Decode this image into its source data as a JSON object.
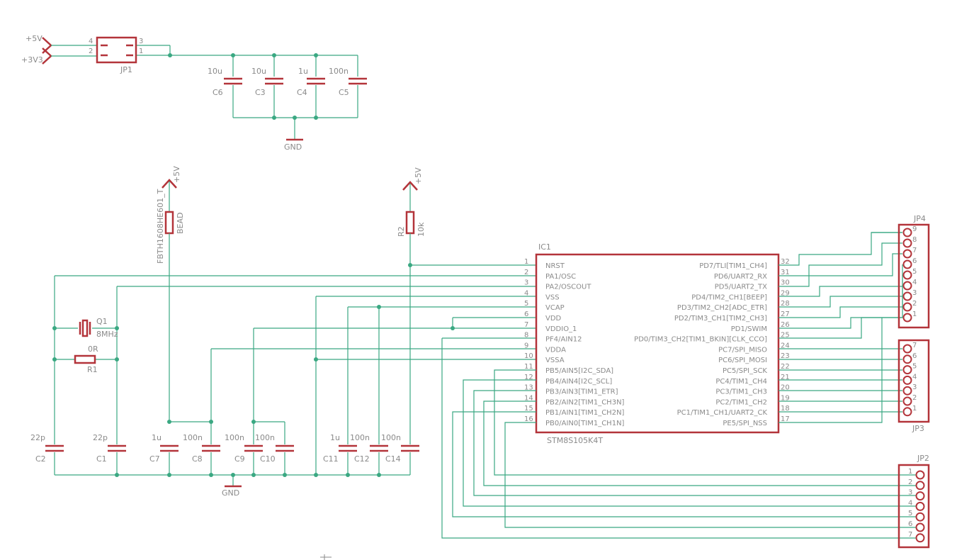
{
  "power_labels": {
    "v5": "+5V",
    "v33": "+3V3"
  },
  "jp1": {
    "name": "JP1",
    "pins": [
      "4",
      "3",
      "2",
      "1"
    ]
  },
  "top_caps": [
    {
      "name": "C6",
      "value": "10u"
    },
    {
      "name": "C3",
      "value": "10u"
    },
    {
      "name": "C4",
      "value": "1u"
    },
    {
      "name": "C5",
      "value": "100n"
    }
  ],
  "gnd_label": "GND",
  "bead": {
    "name": "FBTH1608HE601_T",
    "value": "BEAD",
    "supply": "+5V"
  },
  "r2": {
    "name": "R2",
    "value": "10k",
    "supply": "+5V"
  },
  "crystal": {
    "name": "Q1",
    "value": "8MHz"
  },
  "r1": {
    "name": "R1",
    "value": "0R"
  },
  "bottom_caps": [
    {
      "name": "C2",
      "value": "22p"
    },
    {
      "name": "C1",
      "value": "22p"
    },
    {
      "name": "C7",
      "value": "1u"
    },
    {
      "name": "C8",
      "value": "100n"
    },
    {
      "name": "C9",
      "value": "100n"
    },
    {
      "name": "C10",
      "value": "100n"
    },
    {
      "name": "C11",
      "value": "1u"
    },
    {
      "name": "C12",
      "value": "100n"
    },
    {
      "name": "C14",
      "value": "100n"
    }
  ],
  "ic": {
    "name": "IC1",
    "part": "STM8S105K4T",
    "left_pins": [
      {
        "num": "1",
        "label": "NRST"
      },
      {
        "num": "2",
        "label": "PA1/OSC"
      },
      {
        "num": "3",
        "label": "PA2/OSCOUT"
      },
      {
        "num": "4",
        "label": "VSS"
      },
      {
        "num": "5",
        "label": "VCAP"
      },
      {
        "num": "6",
        "label": "VDD"
      },
      {
        "num": "7",
        "label": "VDDIO_1"
      },
      {
        "num": "8",
        "label": "PF4/AIN12"
      },
      {
        "num": "9",
        "label": "VDDA"
      },
      {
        "num": "10",
        "label": "VSSA"
      },
      {
        "num": "11",
        "label": "PB5/AIN5[I2C_SDA]"
      },
      {
        "num": "12",
        "label": "PB4/AIN4[I2C_SCL]"
      },
      {
        "num": "13",
        "label": "PB3/AIN3[TIM1_ETR]"
      },
      {
        "num": "14",
        "label": "PB2/AIN2[TIM1_CH3N]"
      },
      {
        "num": "15",
        "label": "PB1/AIN1[TIM1_CH2N]"
      },
      {
        "num": "16",
        "label": "PB0/AIN0[TIM1_CH1N]"
      }
    ],
    "right_pins": [
      {
        "num": "32",
        "label": "PD7/TLI[TIM1_CH4]"
      },
      {
        "num": "31",
        "label": "PD6/UART2_RX"
      },
      {
        "num": "30",
        "label": "PD5/UART2_TX"
      },
      {
        "num": "29",
        "label": "PD4/TIM2_CH1[BEEP]"
      },
      {
        "num": "28",
        "label": "PD3/TIM2_CH2[ADC_ETR]"
      },
      {
        "num": "27",
        "label": "PD2/TIM3_CH1[TIM2_CH3]"
      },
      {
        "num": "26",
        "label": "PD1/SWIM"
      },
      {
        "num": "25",
        "label": "PD0/TIM3_CH2[TIM1_BKIN][CLK_CCO]"
      },
      {
        "num": "24",
        "label": "PC7/SPI_MISO"
      },
      {
        "num": "23",
        "label": "PC6/SPI_MOSI"
      },
      {
        "num": "22",
        "label": "PC5/SPI_SCK"
      },
      {
        "num": "21",
        "label": "PC4/TIM1_CH4"
      },
      {
        "num": "20",
        "label": "PC3/TIM1_CH3"
      },
      {
        "num": "19",
        "label": "PC2/TIM1_CH2"
      },
      {
        "num": "18",
        "label": "PC1/TIM1_CH1/UART2_CK"
      },
      {
        "num": "17",
        "label": "PE5/SPI_NSS"
      }
    ]
  },
  "jp4": {
    "name": "JP4",
    "pins": [
      "9",
      "8",
      "7",
      "6",
      "5",
      "4",
      "3",
      "2",
      "1"
    ]
  },
  "jp3": {
    "name": "JP3",
    "pins": [
      "7",
      "6",
      "5",
      "4",
      "3",
      "2",
      "1"
    ]
  },
  "jp2": {
    "name": "JP2",
    "pins": [
      "1",
      "2",
      "3",
      "4",
      "5",
      "6",
      "7"
    ]
  }
}
